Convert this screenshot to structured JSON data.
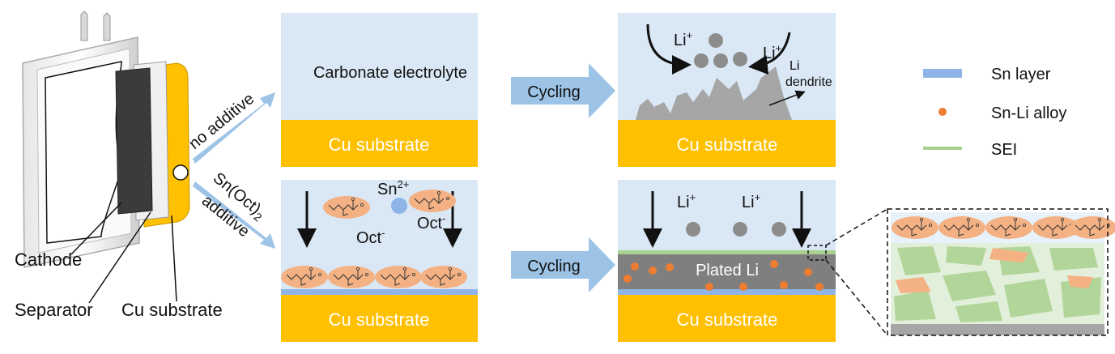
{
  "battery": {
    "cathode_label": "Cathode",
    "separator_label": "Separator",
    "cu_substrate_label": "Cu substrate"
  },
  "branches": {
    "top_label": "no additive",
    "bottom_label": "Sn(Oct)",
    "bottom_label_sub": "2",
    "bottom_label_line2": "additive"
  },
  "panel_top_left": {
    "electrolyte_label": "Carbonate electrolyte",
    "substrate_label": "Cu substrate"
  },
  "arrow_top": {
    "label": "Cycling"
  },
  "panel_top_right": {
    "ion_label": "Li",
    "ion_sup": "+",
    "dendrite_label_1": "Li",
    "dendrite_label_2": "dendrite",
    "substrate_label": "Cu substrate"
  },
  "panel_bottom_left": {
    "sn_ion": "Sn",
    "sn_sup": "2+",
    "oct_label": "Oct",
    "oct_sup": "-",
    "substrate_label": "Cu substrate"
  },
  "arrow_bottom": {
    "label": "Cycling"
  },
  "panel_bottom_right": {
    "ion_label": "Li",
    "ion_sup": "+",
    "plated_label": "Plated  Li",
    "substrate_label": "Cu substrate"
  },
  "legend": {
    "items": [
      {
        "label": "Sn layer",
        "color": "#8fb4e8"
      },
      {
        "label": "Sn-Li alloy",
        "color": "#ec7d31"
      },
      {
        "label": "SEI",
        "color": "#a9d18e"
      }
    ]
  },
  "colors": {
    "electrolyte": "#dae8f5",
    "cu": "#ffc000",
    "arrow": "#9dc3e6",
    "lithium": "#8c8c8c",
    "oct": "#f4b183",
    "sn": "#8fb4e8",
    "alloy": "#ec7d31",
    "sei": "#c5e0b4"
  }
}
